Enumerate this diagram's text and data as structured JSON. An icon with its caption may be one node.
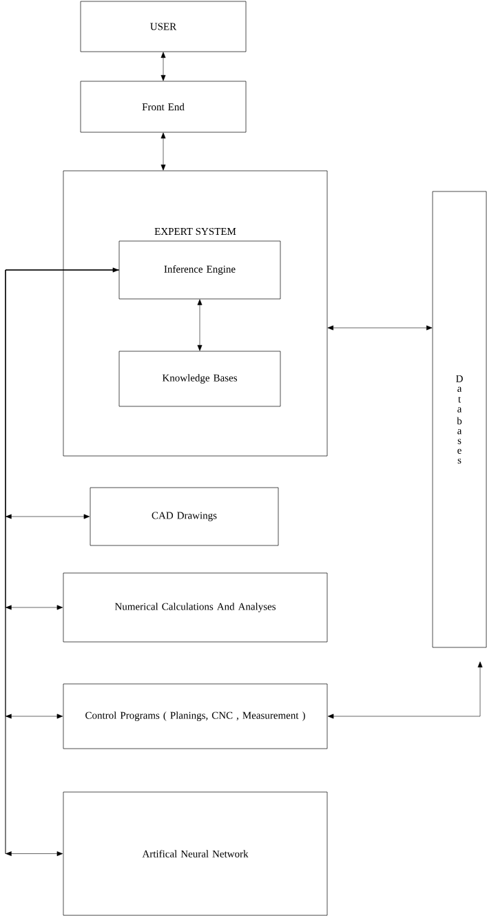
{
  "diagram": {
    "nodes": [
      {
        "text": [
          "USER"
        ]
      },
      {
        "text": [
          "Front End"
        ]
      },
      {
        "text": [
          "EXPERT SYSTEM"
        ]
      },
      {
        "text": [
          "Inference Engine"
        ],
        "in": 2
      },
      {
        "text": [
          "Knowledge Bases"
        ],
        "in": 2
      },
      {
        "text": [
          "Databases"
        ]
      },
      {
        "text": [
          "CAD Drawings"
        ]
      },
      {
        "text": [
          "Numerical Calculations And Analyses"
        ]
      },
      {
        "text": [
          "Control Programs ( Planings, CNC , Measurement )"
        ]
      },
      {
        "text": [
          "Artifical Neural Network"
        ]
      }
    ],
    "edges": [
      {
        "from": 0,
        "to": 1,
        "arrow": "both"
      },
      {
        "from": 1,
        "to": 2,
        "arrow": "both"
      },
      {
        "from": 3,
        "to": 4,
        "arrow": "both"
      },
      {
        "from": 2,
        "to": 5,
        "arrow": "both"
      },
      {
        "from": 8,
        "to": 5,
        "arrow": "both"
      },
      {
        "from": 6,
        "to": 3,
        "arrow": "both"
      },
      {
        "from": 7,
        "to": 3,
        "arrow": "both"
      },
      {
        "from": 8,
        "to": 3,
        "arrow": "both"
      },
      {
        "from": 9,
        "to": 3,
        "arrow": "both"
      }
    ]
  }
}
